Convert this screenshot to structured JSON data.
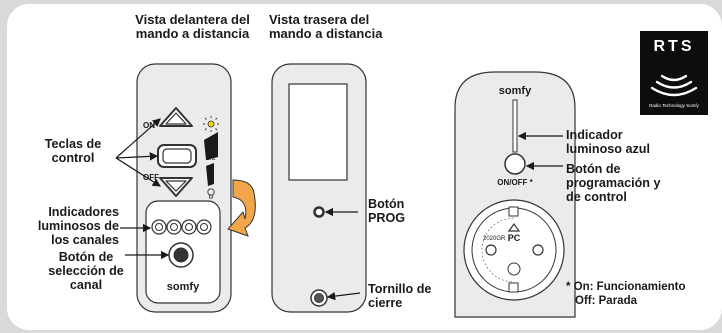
{
  "labels": {
    "front_view": [
      "Vista delantera del",
      "mando a distancia"
    ],
    "back_view": [
      "Vista trasera del",
      "mando a distancia"
    ],
    "control_keys": [
      "Teclas de",
      "control"
    ],
    "channel_leds": [
      "Indicadores",
      "luminosos de",
      "los canales"
    ],
    "channel_button": [
      "Botón de",
      "selección de",
      "canal"
    ],
    "prog_button": [
      "Botón",
      "PROG"
    ],
    "screw": [
      "Tornillo de",
      "cierre"
    ],
    "blue_led": [
      "Indicador",
      "luminoso azul"
    ],
    "prog_control": [
      "Botón de",
      "programación y",
      "de control"
    ],
    "footnote": [
      "* On: Funcionamiento",
      "Off: Parada"
    ]
  },
  "device_text": {
    "on": "ON",
    "off": "OFF",
    "half": "1/2",
    "brand": "somfy",
    "onoff": "ON/OFF *",
    "socket_ref": "2020GR",
    "pc": "PC"
  },
  "rts_logo": {
    "title": "RTS",
    "caption": "Radio Technology Somfy"
  },
  "colors": {
    "background": "#d9d9d9",
    "panel": "#ffffff",
    "device_body": "#ebebeb",
    "outline": "#333333",
    "arrow": "#f2a64a",
    "logo_bg": "#0d0d0d"
  }
}
